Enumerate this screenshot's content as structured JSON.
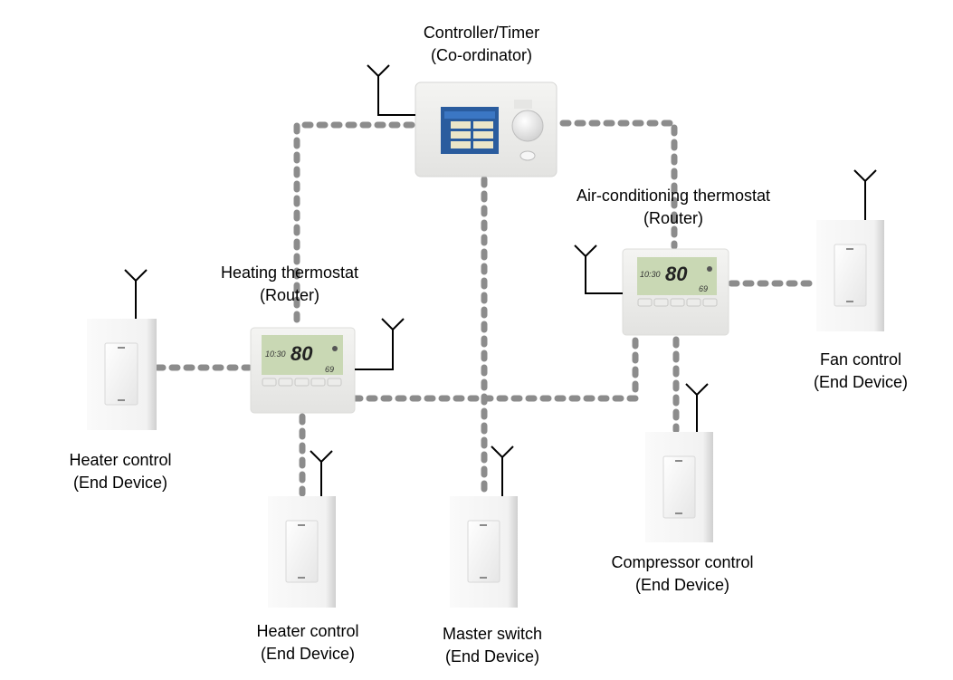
{
  "diagram": {
    "type": "network-topology",
    "nodes": [
      {
        "id": "controller",
        "name": "Controller/Timer",
        "role": "(Co-ordinator)",
        "device": "controller"
      },
      {
        "id": "heat-thermo",
        "name": "Heating thermostat",
        "role": "(Router)",
        "device": "thermostat"
      },
      {
        "id": "ac-thermo",
        "name": "Air-conditioning thermostat",
        "role": "(Router)",
        "device": "thermostat"
      },
      {
        "id": "heater1",
        "name": "Heater control",
        "role": "(End Device)",
        "device": "switch"
      },
      {
        "id": "heater2",
        "name": "Heater control",
        "role": "(End Device)",
        "device": "switch"
      },
      {
        "id": "master",
        "name": "Master switch",
        "role": "(End Device)",
        "device": "switch"
      },
      {
        "id": "compressor",
        "name": "Compressor control",
        "role": "(End Device)",
        "device": "switch"
      },
      {
        "id": "fan",
        "name": "Fan control",
        "role": "(End Device)",
        "device": "switch"
      }
    ],
    "links": [
      {
        "from": "controller",
        "to": "heat-thermo"
      },
      {
        "from": "controller",
        "to": "ac-thermo"
      },
      {
        "from": "controller",
        "to": "master"
      },
      {
        "from": "heat-thermo",
        "to": "heater1"
      },
      {
        "from": "heat-thermo",
        "to": "heater2"
      },
      {
        "from": "heat-thermo",
        "to": "ac-thermo"
      },
      {
        "from": "ac-thermo",
        "to": "fan"
      },
      {
        "from": "ac-thermo",
        "to": "compressor"
      }
    ],
    "thermostat_display": {
      "time": "10:30",
      "setpoint": "80",
      "current": "69"
    },
    "colors": {
      "link": "#8c8c8c",
      "antenna": "#000000",
      "device_body": "#f2f2f0",
      "lcd": "#c9d8b4"
    }
  }
}
